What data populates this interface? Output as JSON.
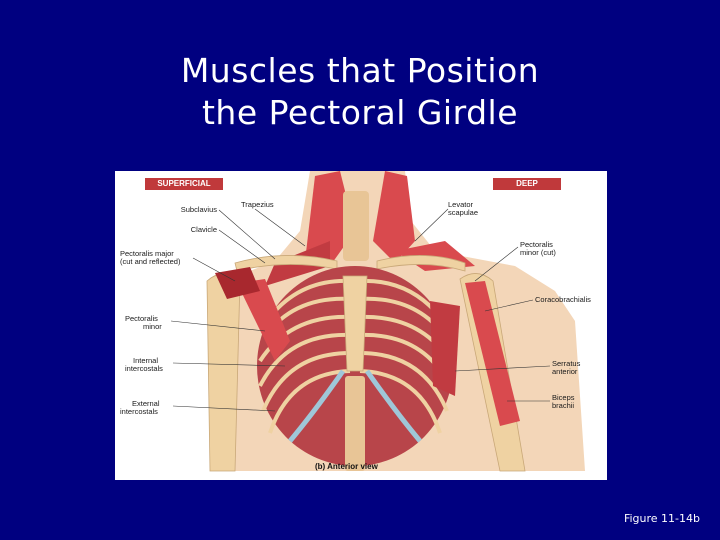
{
  "slide": {
    "title_line1": "Muscles that Position",
    "title_line2": "the Pectoral Girdle",
    "figure_ref": "Figure 11-14b"
  },
  "figure": {
    "left_section": "SUPERFICIAL",
    "right_section": "DEEP",
    "caption": "(b) Anterior view",
    "labels_left": [
      {
        "id": "subclavius",
        "lines": [
          "Subclavius"
        ]
      },
      {
        "id": "clavicle",
        "lines": [
          "Clavicle"
        ]
      },
      {
        "id": "pectoralis-major",
        "lines": [
          "Pectoralis major",
          "(cut and reflected)"
        ]
      },
      {
        "id": "pectoralis-minor-left",
        "lines": [
          "Pectoralis",
          "minor"
        ]
      },
      {
        "id": "internal-intercostals",
        "lines": [
          "Internal",
          "intercostals"
        ]
      },
      {
        "id": "external-intercostals",
        "lines": [
          "External",
          "intercostals"
        ]
      }
    ],
    "label_trapezius": "Trapezius",
    "labels_right": [
      {
        "id": "levator-scapulae",
        "lines": [
          "Levator",
          "scapulae"
        ]
      },
      {
        "id": "pectoralis-minor-right",
        "lines": [
          "Pectoralis",
          "minor (cut)"
        ]
      },
      {
        "id": "coracobrachialis",
        "lines": [
          "Coracobrachialis"
        ]
      },
      {
        "id": "serratus-anterior",
        "lines": [
          "Serratus",
          "anterior"
        ]
      },
      {
        "id": "biceps-brachii",
        "lines": [
          "Biceps",
          "brachii"
        ]
      }
    ],
    "colors": {
      "background": "#000080",
      "muscle": "#d94a4e",
      "muscle_dark": "#a8282e",
      "bone": "#efd2a2",
      "cartilage": "#9fc7d8",
      "skin": "#f3d6b8",
      "tag": "#c0393b"
    }
  }
}
